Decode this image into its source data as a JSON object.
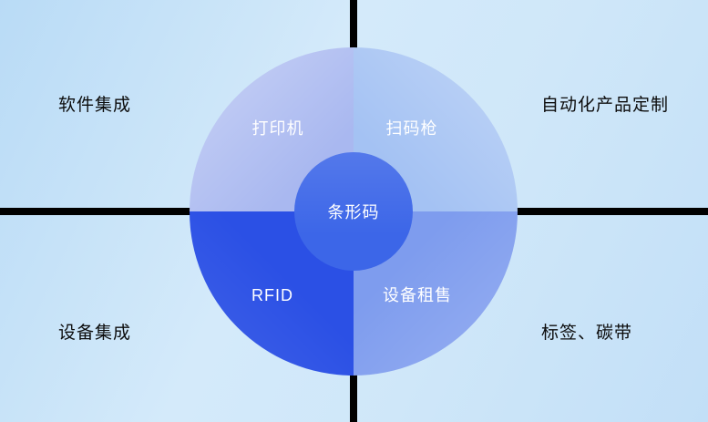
{
  "diagram": {
    "divider_color": "#000000",
    "center": {
      "label": "条形码",
      "color": "#3c66e8",
      "text_color": "#ffffff"
    },
    "segments": [
      {
        "position": "top-left",
        "label": "打印机",
        "color": "#a9b8f0"
      },
      {
        "position": "top-right",
        "label": "扫码枪",
        "color": "#a4c2f3"
      },
      {
        "position": "bottom-left",
        "label": "RFID",
        "color": "#2b50e5"
      },
      {
        "position": "bottom-right",
        "label": "设备租售",
        "color": "#7e9cee"
      }
    ],
    "corner_labels": [
      {
        "position": "top-left",
        "label": "软件集成"
      },
      {
        "position": "top-right",
        "label": "自动化产品定制"
      },
      {
        "position": "bottom-left",
        "label": "设备集成"
      },
      {
        "position": "bottom-right",
        "label": "标签、碳带"
      }
    ]
  }
}
